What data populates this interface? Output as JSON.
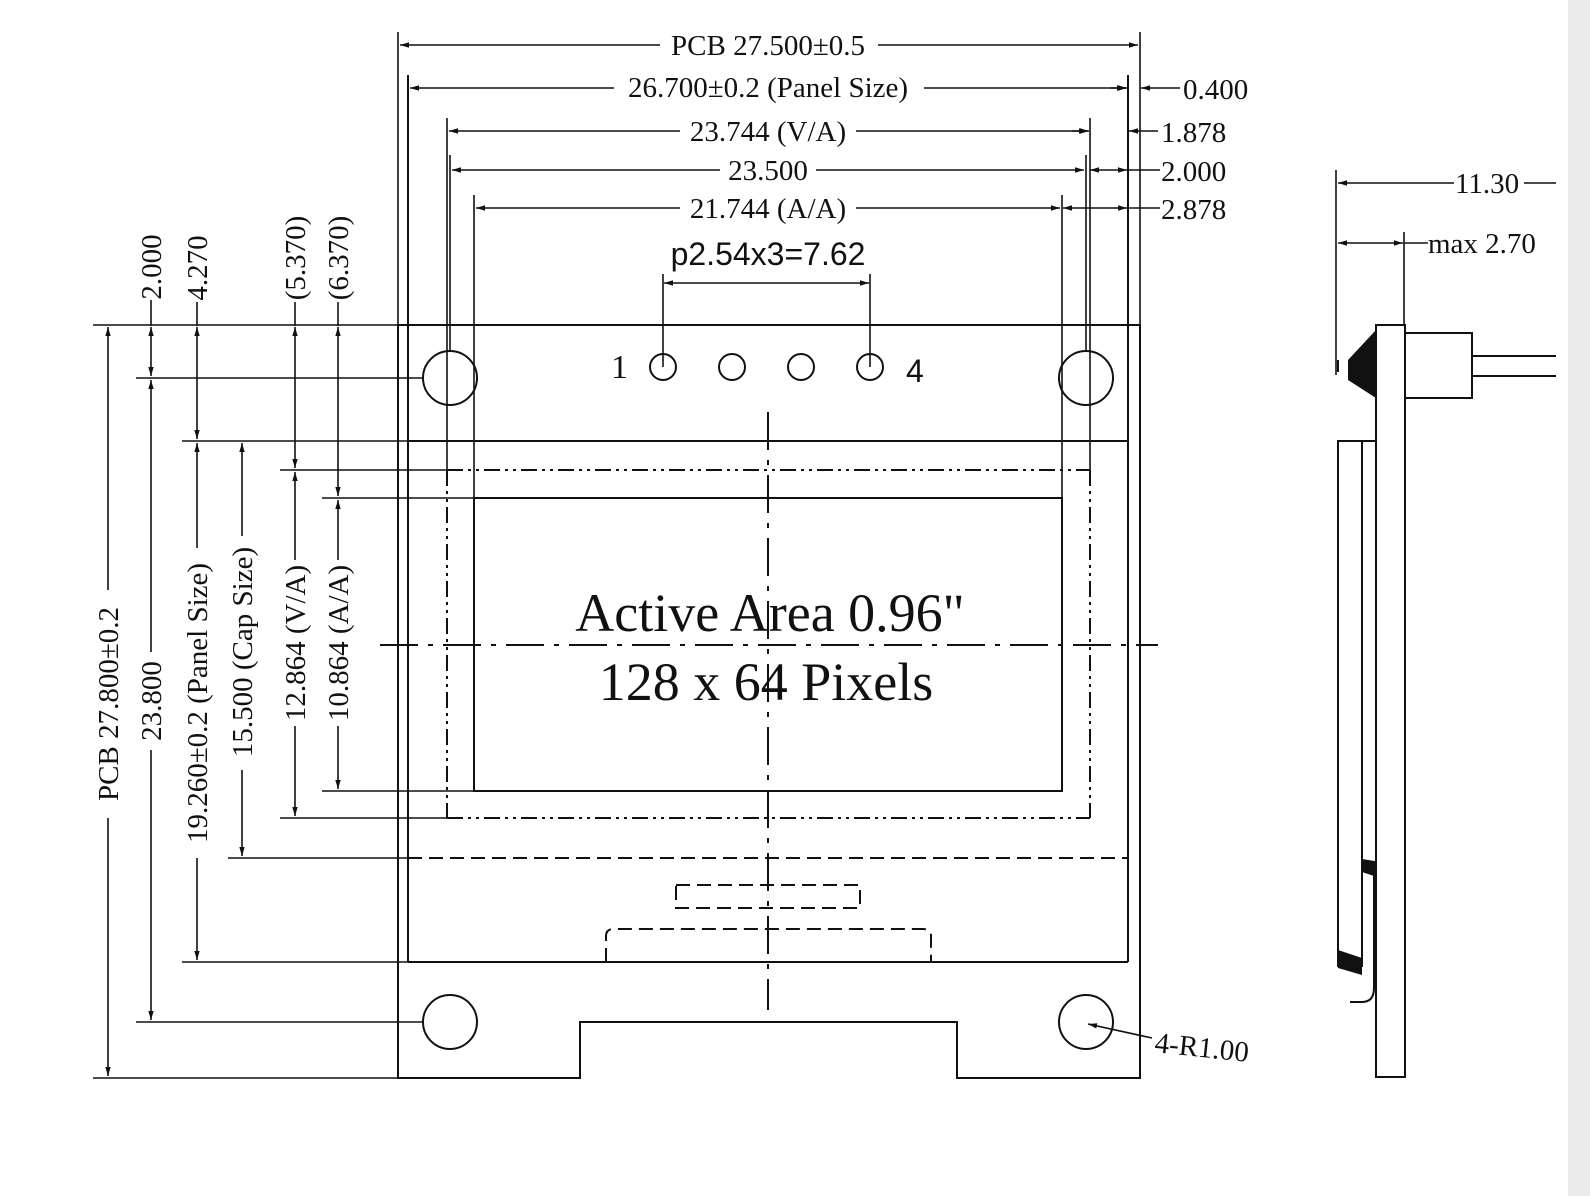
{
  "top_dims": {
    "pcb_width": "PCB 27.500±0.5",
    "panel_width": "26.700±0.2 (Panel Size)",
    "va_width": "23.744 (V/A)",
    "hole_pitch": "23.500",
    "aa_width": "21.744 (A/A)",
    "pin_pitch": "p2.54x3=7.62"
  },
  "right_offsets": {
    "panel_offset": "0.400",
    "va_offset": "1.878",
    "hole_offset": "2.000",
    "aa_offset": "2.878"
  },
  "left_dims": {
    "pcb_height": "PCB 27.800±0.2",
    "hole_spacing": "23.800",
    "panel_height": "19.260±0.2 (Panel Size)",
    "cap_height": "15.500 (Cap Size)",
    "va_height": "12.864 (V/A)",
    "aa_height": "10.864 (A/A)",
    "hole_from_top": "2.000",
    "panel_from_top": "4.270",
    "va_from_top": "(5.370)",
    "aa_from_top": "(6.370)"
  },
  "pins": {
    "first": "1",
    "last": "4"
  },
  "active_area": {
    "line1": "Active Area 0.96\"",
    "line2": "128 x 64 Pixels"
  },
  "corner_radius": "4-R1.00",
  "side_view": {
    "total_depth": "11.30",
    "max_thickness": "max 2.70"
  }
}
